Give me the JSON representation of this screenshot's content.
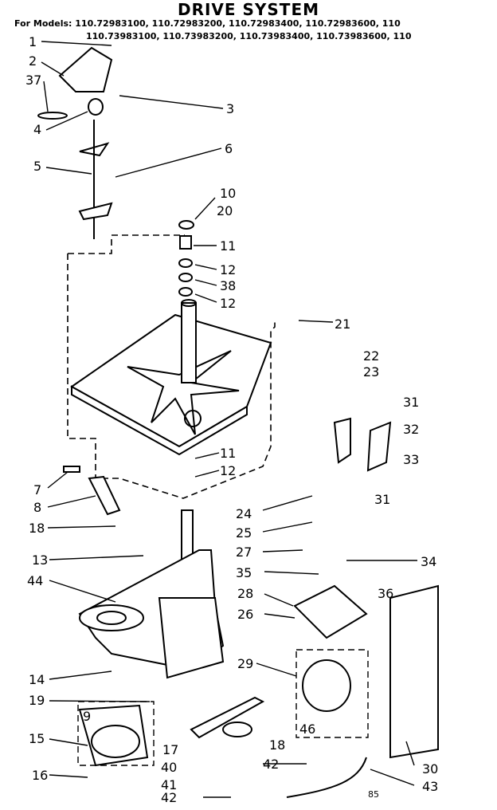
{
  "title": "DRIVE SYSTEM",
  "models": {
    "line1": "For Models: 110.72983100, 110.72983200, 110.72983400, 110.72983600, 110",
    "line2": "110.73983100, 110.73983200, 110.73983400, 110.73983600, 110"
  },
  "callouts": [
    "1",
    "2",
    "37",
    "3",
    "4",
    "5",
    "6",
    "10",
    "20",
    "11",
    "12",
    "38",
    "12",
    "21",
    "22",
    "23",
    "31",
    "32",
    "33",
    "31",
    "7",
    "8",
    "18",
    "11",
    "12",
    "24",
    "25",
    "27",
    "34",
    "13",
    "44",
    "35",
    "28",
    "36",
    "26",
    "14",
    "29",
    "19",
    "9",
    "15",
    "46",
    "17",
    "18",
    "40",
    "16",
    "42",
    "41",
    "42",
    "30",
    "43"
  ],
  "page_code": "85"
}
